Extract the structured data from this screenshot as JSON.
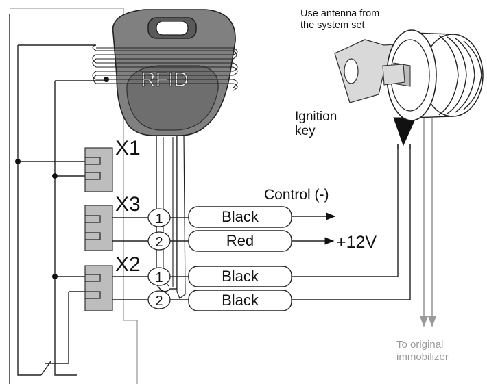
{
  "key": {
    "rfid_label": "RFID"
  },
  "antenna": {
    "note_line1": "Use antenna from",
    "note_line2": "the system set",
    "ignition_line1": "Ignition",
    "ignition_line2": "key"
  },
  "connectors": {
    "x1": "X1",
    "x3": "X3",
    "x2": "X2"
  },
  "pins": {
    "x3_p1": "1",
    "x3_p2": "2",
    "x2_p1": "1",
    "x2_p2": "2"
  },
  "wires": {
    "w1": "Black",
    "w2": "Red",
    "w3": "Black",
    "w4": "Black"
  },
  "outputs": {
    "control": "Control (-)",
    "power": "+12V"
  },
  "immobilizer": {
    "line1": "To original",
    "line2": "immobilizer"
  },
  "colors": {
    "key_body": "#808080",
    "key_dark": "#5a5a5a",
    "outline": "#222222",
    "gray_wire": "#9a9a9a"
  }
}
